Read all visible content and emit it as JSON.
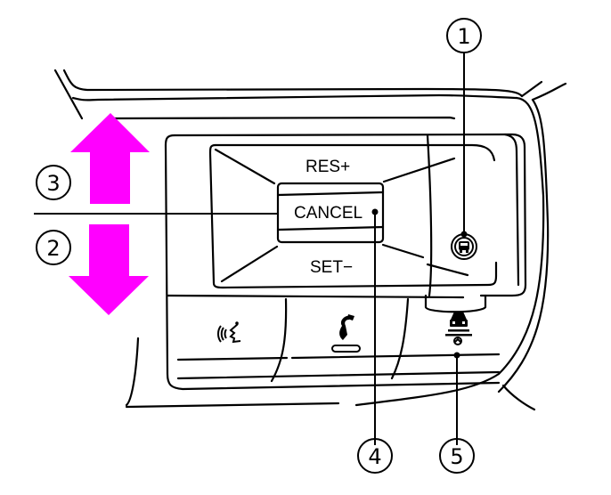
{
  "diagram": {
    "title": "Steering wheel cruise control switch",
    "arrow_color": "#FF00FF",
    "line_color": "#000000",
    "switch_labels": {
      "resume": "RES+",
      "cancel": "CANCEL",
      "set": "SET−"
    },
    "callouts": [
      {
        "number": "1",
        "target": "distance-control-switch"
      },
      {
        "number": "2",
        "target": "set-down-direction"
      },
      {
        "number": "3",
        "target": "resume-up-direction"
      },
      {
        "number": "4",
        "target": "cancel-switch"
      },
      {
        "number": "5",
        "target": "lane-assist-switch"
      }
    ],
    "buttons": [
      {
        "icon": "voice-recognition-icon"
      },
      {
        "icon": "phone-icon"
      },
      {
        "icon": "lane-departure-icon"
      }
    ]
  }
}
